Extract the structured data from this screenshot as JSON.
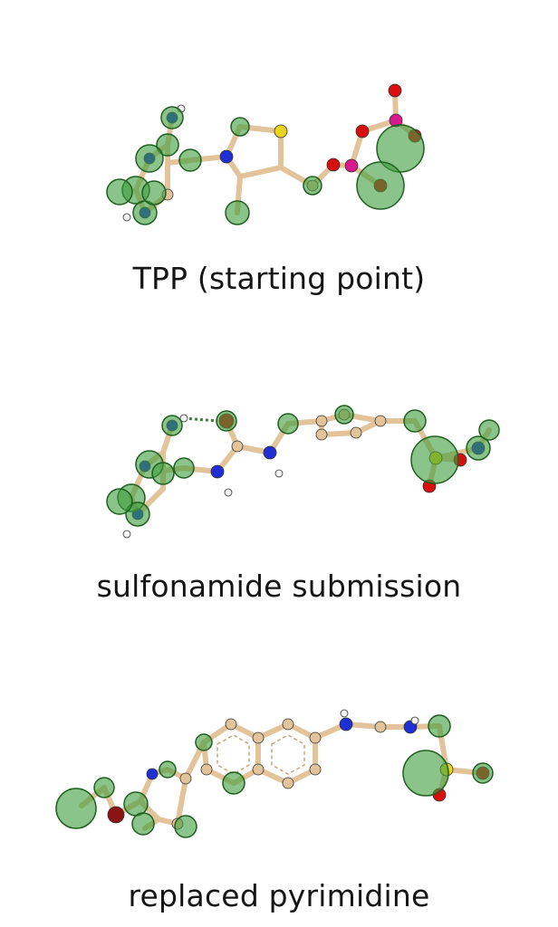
{
  "panels": [
    {
      "caption": "TPP (starting point)"
    },
    {
      "caption": "sulfonamide submission"
    },
    {
      "caption": "replaced pyrimidine"
    }
  ],
  "colors": {
    "carbon": "#e3c39a",
    "nitrogen": "#1f2fd6",
    "oxygen": "#d90f0f",
    "sulfur": "#ead41e",
    "phosphorus": "#d91a8f",
    "hydrogen": "#f2f2f2",
    "pharmacophore": "#3c9d3c",
    "hbond": "#2e8b2e"
  }
}
